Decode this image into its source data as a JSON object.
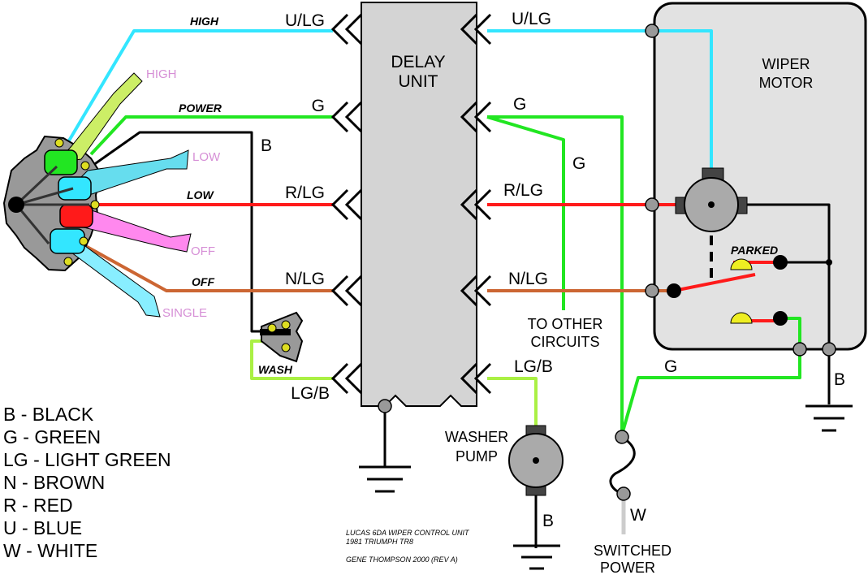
{
  "delay_unit": {
    "line1": "DELAY",
    "line2": "UNIT"
  },
  "wiper_motor": {
    "line1": "WIPER",
    "line2": "MOTOR",
    "parked": "PARKED"
  },
  "left_terminals": {
    "ulg": "U/LG",
    "g": "G",
    "rlg": "R/LG",
    "nlg": "N/LG",
    "lgb": "LG/B"
  },
  "right_terminals": {
    "ulg": "U/LG",
    "g": "G",
    "rlg": "R/LG",
    "nlg": "N/LG",
    "lgb": "LG/B"
  },
  "wire_labels": {
    "high": "HIGH",
    "power": "POWER",
    "low": "LOW",
    "off": "OFF",
    "wash": "WASH",
    "b_left": "B",
    "g_mid": "G",
    "g_lower": "G",
    "b_ground": "B",
    "b_pump": "B",
    "w": "W"
  },
  "switch_positions": {
    "high": "HIGH",
    "low": "LOW",
    "off": "OFF",
    "single": "SINGLE"
  },
  "other_circuits": {
    "line1": "TO OTHER",
    "line2": "CIRCUITS"
  },
  "washer_pump": {
    "line1": "WASHER",
    "line2": "PUMP"
  },
  "switched_power": {
    "line1": "SWITCHED",
    "line2": "POWER"
  },
  "legend": [
    "B - BLACK",
    "G - GREEN",
    "LG - LIGHT GREEN",
    "N - BROWN",
    "R - RED",
    "U - BLUE",
    "W - WHITE"
  ],
  "credits": {
    "line1": "LUCAS 6DA WIPER CONTROL UNIT",
    "line2": "1981 TRIUMPH TR8",
    "line3": "GENE THOMPSON 2000 (REV A)"
  },
  "colors": {
    "blue": "#33e6ff",
    "green": "#22e622",
    "light_green": "#aaf044",
    "red": "#ff1a1a",
    "brown": "#cc6633",
    "black": "#000000",
    "white": "#cccccc",
    "unit_gray": "#d4d4d4"
  }
}
